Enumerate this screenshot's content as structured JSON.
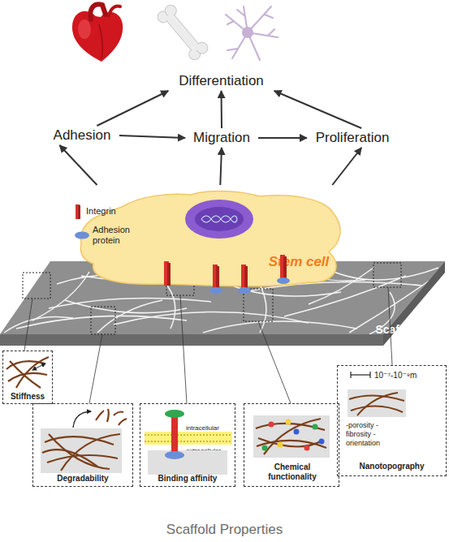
{
  "diagram": {
    "caption": "Scaffold Properties",
    "nodes": [
      {
        "text": [
          "Differentiation"
        ]
      },
      {
        "text": [
          "Adhesion"
        ]
      },
      {
        "text": [
          "Migration"
        ]
      },
      {
        "text": [
          "Proliferation"
        ]
      },
      {
        "text": [
          "Stem cell"
        ]
      },
      {
        "text": [
          "Scaffold"
        ]
      },
      {
        "text": [
          "Stiffness"
        ]
      },
      {
        "text": [
          "10⁻⁷-10⁻⁹m",
          "-porosity -fibrosity -orientation",
          "Nanotopography"
        ]
      },
      {
        "text": [
          "Degradability"
        ]
      },
      {
        "text": [
          "intracellular",
          "extracellular",
          "Binding affinity"
        ]
      },
      {
        "text": [
          "Chemical functionality"
        ]
      }
    ],
    "edges": [
      {
        "from": 1,
        "to": 0,
        "arrow": "to"
      },
      {
        "from": 2,
        "to": 0,
        "arrow": "to"
      },
      {
        "from": 3,
        "to": 0,
        "arrow": "to"
      },
      {
        "from": 1,
        "to": 2,
        "arrow": "to"
      },
      {
        "from": 2,
        "to": 3,
        "arrow": "to"
      },
      {
        "from": 4,
        "to": 1,
        "arrow": "to"
      },
      {
        "from": 4,
        "to": 2,
        "arrow": "to"
      },
      {
        "from": 4,
        "to": 3,
        "arrow": "to"
      }
    ],
    "legend": [
      {
        "text": "Integrin"
      },
      {
        "text": "Adhesion protein"
      }
    ]
  }
}
